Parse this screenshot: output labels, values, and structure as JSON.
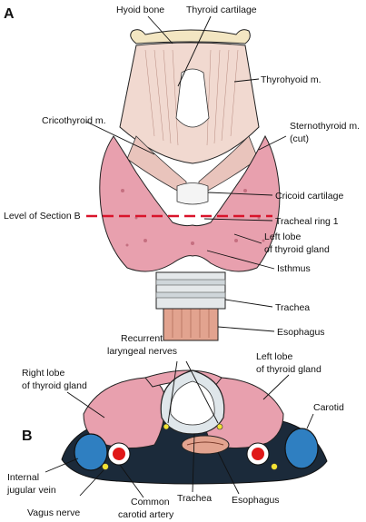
{
  "panel_a": {
    "letter": "A",
    "labels": {
      "hyoid": "Hyoid bone",
      "thyroid_cartilage": "Thyroid cartilage",
      "thyrohyoid": "Thyrohyoid m.",
      "cricothyroid": "Cricothyroid m.",
      "sternothyroid_1": "Sternothyroid m.",
      "sternothyroid_2": "(cut)",
      "cricoid": "Cricoid cartilage",
      "level": "Level of Section B",
      "tracheal_ring": "Tracheal ring 1",
      "left_lobe_1": "Left lobe",
      "left_lobe_2": "of thyroid gland",
      "isthmus": "Isthmus",
      "trachea": "Trachea",
      "esophagus": "Esophagus"
    }
  },
  "panel_b": {
    "letter": "B",
    "labels": {
      "recurrent_1": "Recurrent",
      "recurrent_2": "laryngeal nerves",
      "right_lobe_1": "Right lobe",
      "right_lobe_2": "of thyroid gland",
      "left_lobe_1": "Left lobe",
      "left_lobe_2": "of thyroid gland",
      "carotid": "Carotid",
      "internal_jugular_1": "Internal",
      "internal_jugular_2": "jugular vein",
      "vagus": "Vagus nerve",
      "common_carotid_1": "Common",
      "common_carotid_2": "carotid artery",
      "trachea": "Trachea",
      "esophagus": "Esophagus"
    }
  },
  "colors": {
    "thyroid": "#e8a0ae",
    "muscle": "#efd2c8",
    "cartilage": "#ececec",
    "esophagus_muscle": "#e2a38f",
    "vein": "#2f7fc1",
    "artery": "#e01818",
    "nerve": "#f2e234",
    "section_line": "#d9142b",
    "fascia": "#1b2a3a"
  }
}
